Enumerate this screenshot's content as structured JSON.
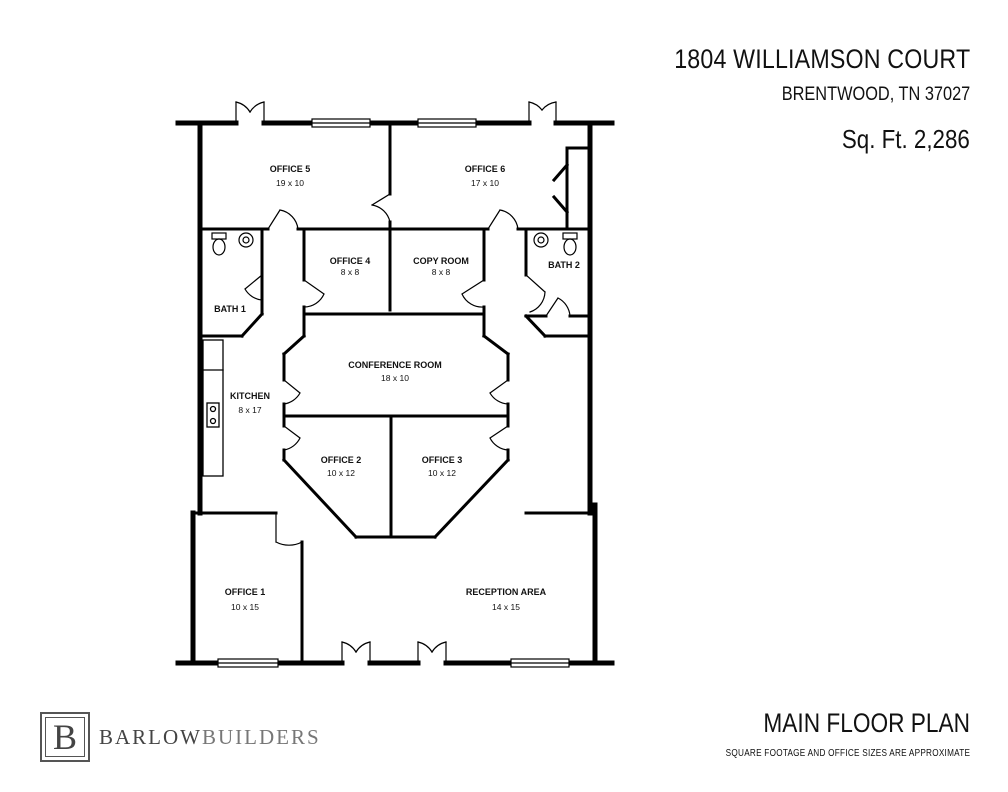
{
  "header": {
    "address_line1": "1804 WILLIAMSON COURT",
    "address_line2": "BRENTWOOD, TN 37027",
    "square_feet": "Sq. Ft. 2,286"
  },
  "rooms": {
    "office5": {
      "name": "OFFICE 5",
      "size": "19 x 10"
    },
    "office6": {
      "name": "OFFICE 6",
      "size": "17 x 10"
    },
    "office4": {
      "name": "OFFICE 4",
      "size": "8 x 8"
    },
    "copy_room": {
      "name": "COPY ROOM",
      "size": "8 x 8"
    },
    "bath1": {
      "name": "BATH 1"
    },
    "bath2": {
      "name": "BATH 2"
    },
    "conference": {
      "name": "CONFERENCE ROOM",
      "size": "18 x 10"
    },
    "kitchen": {
      "name": "KITCHEN",
      "size": "8 x 17"
    },
    "office2": {
      "name": "OFFICE 2",
      "size": "10 x 12"
    },
    "office3": {
      "name": "OFFICE 3",
      "size": "10 x 12"
    },
    "office1": {
      "name": "OFFICE 1",
      "size": "10 x 15"
    },
    "reception": {
      "name": "RECEPTION AREA",
      "size": "14 x 15"
    }
  },
  "footer": {
    "title": "MAIN FLOOR PLAN",
    "note": "SQUARE FOOTAGE AND OFFICE SIZES ARE APPROXIMATE"
  },
  "logo": {
    "letter": "B",
    "word1": "BARLOW",
    "word2": "BUILDERS"
  }
}
